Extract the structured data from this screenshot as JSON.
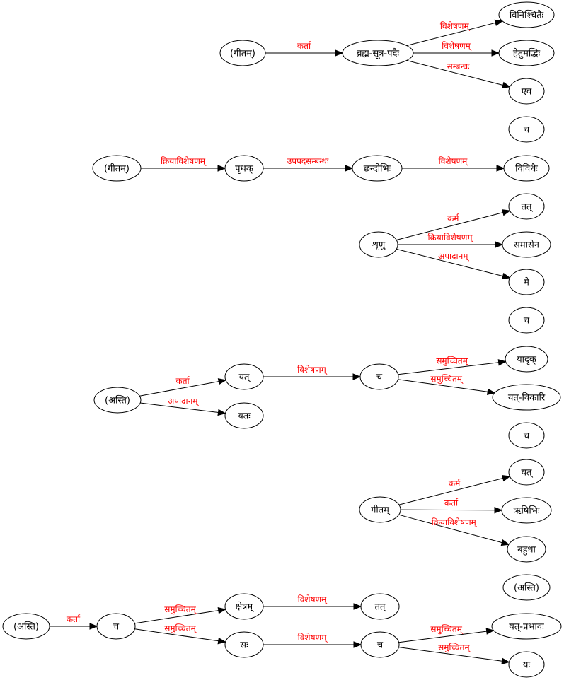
{
  "edge_label_color": "#ff0000",
  "nodes": [
    {
      "id": "n1",
      "label": "(गीतम्)"
    },
    {
      "id": "n2",
      "label": "ब्रह्म-सूत्र-पदैः"
    },
    {
      "id": "n3",
      "label": "विनिश्चितैः"
    },
    {
      "id": "n4",
      "label": "हेतुमद्भिः"
    },
    {
      "id": "n5",
      "label": "एव"
    },
    {
      "id": "n6",
      "label": "च"
    },
    {
      "id": "n7",
      "label": "(गीतम्)"
    },
    {
      "id": "n8",
      "label": "पृथक्"
    },
    {
      "id": "n9",
      "label": "छन्दोभिः"
    },
    {
      "id": "n10",
      "label": "विविधैः"
    },
    {
      "id": "n11",
      "label": "शृणु"
    },
    {
      "id": "n12",
      "label": "तत्"
    },
    {
      "id": "n13",
      "label": "समासेन"
    },
    {
      "id": "n14",
      "label": "मे"
    },
    {
      "id": "n15",
      "label": "च"
    },
    {
      "id": "n16",
      "label": "(अस्ति)"
    },
    {
      "id": "n17",
      "label": "यत्"
    },
    {
      "id": "n18",
      "label": "यतः"
    },
    {
      "id": "n19",
      "label": "च"
    },
    {
      "id": "n20",
      "label": "यादृक्"
    },
    {
      "id": "n21",
      "label": "यत्-विकारि"
    },
    {
      "id": "n22",
      "label": "च"
    },
    {
      "id": "n23",
      "label": "गीतम्"
    },
    {
      "id": "n24",
      "label": "यत्"
    },
    {
      "id": "n25",
      "label": "ऋषिभिः"
    },
    {
      "id": "n26",
      "label": "बहुधा"
    },
    {
      "id": "n27",
      "label": "(अस्ति)"
    },
    {
      "id": "n28",
      "label": "(अस्ति)"
    },
    {
      "id": "n29",
      "label": "च"
    },
    {
      "id": "n30",
      "label": "क्षेत्रम्"
    },
    {
      "id": "n31",
      "label": "तत्"
    },
    {
      "id": "n32",
      "label": "सः"
    },
    {
      "id": "n33",
      "label": "च"
    },
    {
      "id": "n34",
      "label": "यत्-प्रभावः"
    },
    {
      "id": "n35",
      "label": "यः"
    }
  ],
  "edges": [
    {
      "from": "n1",
      "to": "n2",
      "label": "कर्ता"
    },
    {
      "from": "n2",
      "to": "n3",
      "label": "विशेषणम्"
    },
    {
      "from": "n2",
      "to": "n4",
      "label": "विशेषणम्"
    },
    {
      "from": "n2",
      "to": "n5",
      "label": "सम्बन्धः"
    },
    {
      "from": "n7",
      "to": "n8",
      "label": "क्रियाविशेषणम्"
    },
    {
      "from": "n8",
      "to": "n9",
      "label": "उपपदसम्बन्धः"
    },
    {
      "from": "n9",
      "to": "n10",
      "label": "विशेषणम्"
    },
    {
      "from": "n11",
      "to": "n12",
      "label": "कर्म"
    },
    {
      "from": "n11",
      "to": "n13",
      "label": "क्रियाविशेषणम्"
    },
    {
      "from": "n11",
      "to": "n14",
      "label": "अपादानम्"
    },
    {
      "from": "n16",
      "to": "n17",
      "label": "कर्ता"
    },
    {
      "from": "n16",
      "to": "n18",
      "label": "अपादानम्"
    },
    {
      "from": "n17",
      "to": "n19",
      "label": "विशेषणम्"
    },
    {
      "from": "n19",
      "to": "n20",
      "label": "समुच्चितम्"
    },
    {
      "from": "n19",
      "to": "n21",
      "label": "समुच्चितम्"
    },
    {
      "from": "n23",
      "to": "n24",
      "label": "कर्म"
    },
    {
      "from": "n23",
      "to": "n25",
      "label": "कर्ता"
    },
    {
      "from": "n23",
      "to": "n26",
      "label": "क्रियाविशेषणम्"
    },
    {
      "from": "n28",
      "to": "n29",
      "label": "कर्ता"
    },
    {
      "from": "n29",
      "to": "n30",
      "label": "समुच्चितम्"
    },
    {
      "from": "n29",
      "to": "n32",
      "label": "समुच्चितम्"
    },
    {
      "from": "n30",
      "to": "n31",
      "label": "विशेषणम्"
    },
    {
      "from": "n32",
      "to": "n33",
      "label": "विशेषणम्"
    },
    {
      "from": "n33",
      "to": "n34",
      "label": "समुच्चितम्"
    },
    {
      "from": "n33",
      "to": "n35",
      "label": "समुच्चितम्"
    }
  ]
}
